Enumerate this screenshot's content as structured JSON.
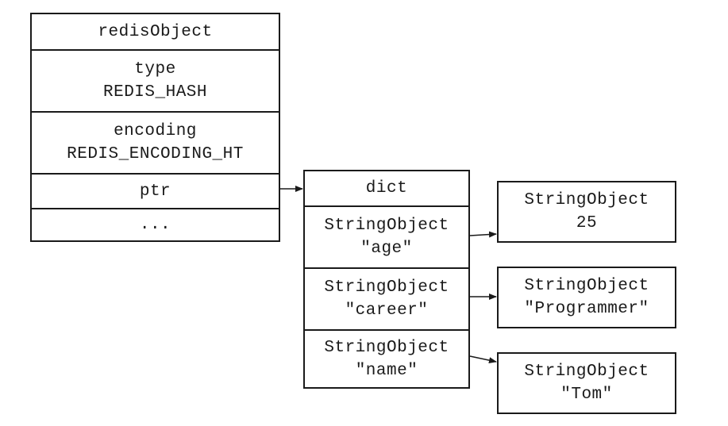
{
  "redis_object": {
    "header": "redisObject",
    "type_label": "type",
    "type_value": "REDIS_HASH",
    "encoding_label": "encoding",
    "encoding_value": "REDIS_ENCODING_HT",
    "ptr": "ptr",
    "more": "..."
  },
  "dict": {
    "header": "dict",
    "entries": [
      {
        "type": "StringObject",
        "key": "\"age\""
      },
      {
        "type": "StringObject",
        "key": "\"career\""
      },
      {
        "type": "StringObject",
        "key": "\"name\""
      }
    ]
  },
  "values": [
    {
      "type": "StringObject",
      "value": "25"
    },
    {
      "type": "StringObject",
      "value": "\"Programmer\""
    },
    {
      "type": "StringObject",
      "value": "\"Tom\""
    }
  ]
}
